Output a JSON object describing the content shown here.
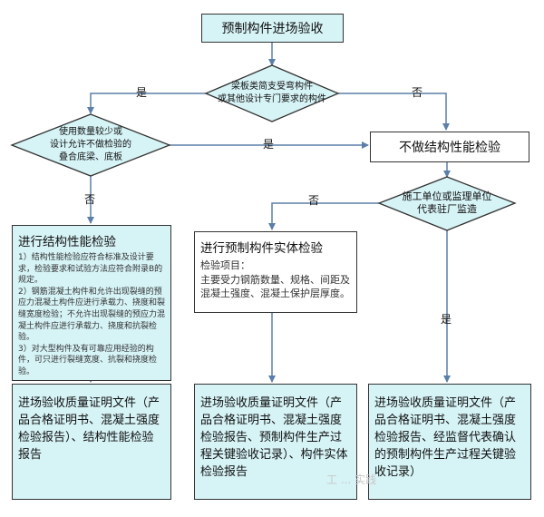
{
  "title": "预制构件进场验收",
  "decisions": {
    "beam": [
      "梁板类简支受弯构件",
      "或其他设计专门要求的构件"
    ],
    "few": [
      "使用数量较少或",
      "设计允许不做检验的",
      "叠合底梁、底板"
    ],
    "supervise": [
      "施工单位或监理单位",
      "代表驻厂监造"
    ]
  },
  "no_test": "不做结构性能检验",
  "labels": {
    "yes": "是",
    "no": "否"
  },
  "struct_test": {
    "title": "进行结构性能检验",
    "items": [
      "1）结构性能检验应符合标准及设计要求，检验要求和试验方法应符合附录B的规定。",
      "2）钢筋混凝土构件和允许出现裂缝的预应力混凝土构件应进行承载力、挠度和裂缝宽度检验；不允许出现裂缝的预应力混凝土构件应进行承载力、挠度和抗裂检验。",
      "3）对大型构件及有可靠应用经验的构件，可只进行裂缝宽度、抗裂和挠度检验。"
    ]
  },
  "entity_test": {
    "title": "进行预制构件实体检验",
    "subtitle": "检验项目：",
    "body": "主要受力钢筋数量、规格、间距及混凝土强度、混凝土保护层厚度。"
  },
  "docs": [
    "进场验收质量证明文件（产品合格证明书、混凝土强度检验报告）、结构性能检验报告",
    "进场验收质量证明文件（产品合格证明书、混凝土强度检验报告、预制构件生产过程关键验收记录）、构件实体检验报告",
    "进场验收质量证明文件（产品合格证明书、混凝土强度检验报告、经监督代表确认的预制构件生产过程关键验收记录）"
  ],
  "watermark": "工 ... 实践",
  "colors": {
    "fill": "#d6f3f6",
    "line": "#333333",
    "arrow": "#5b7fa8"
  }
}
